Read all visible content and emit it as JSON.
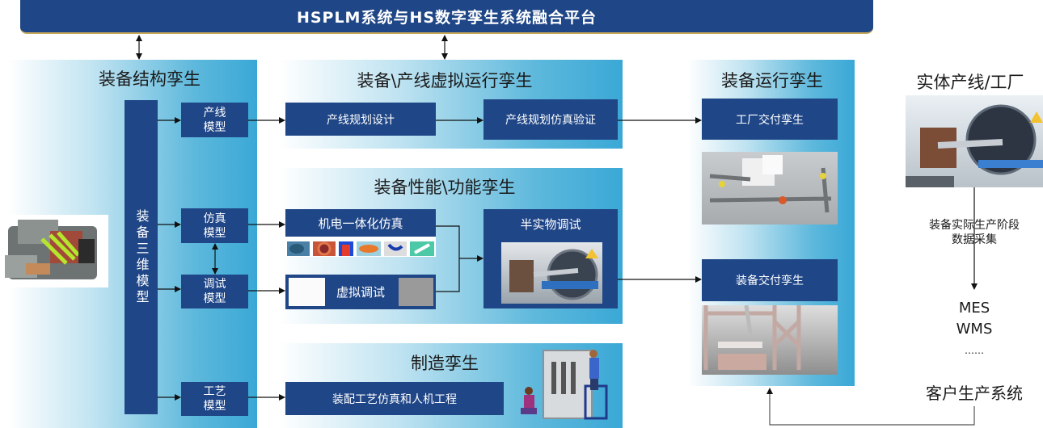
{
  "header": {
    "title": "HSPLM系统与HS数字孪生系统融合平台"
  },
  "structure_twin": {
    "title": "装备结构孪生",
    "model_3d": "装备三维模型",
    "models": {
      "line_model": "产线\n模型",
      "sim_model": "仿真\n模型",
      "debug_model": "调试\n模型",
      "process_model": "工艺\n模型"
    },
    "image_icon": "engine-cutaway-3d-image"
  },
  "virtual_run_twin": {
    "title": "装备\\产线虚拟运行孪生",
    "steps": [
      "产线规划设计",
      "产线规划仿真验证"
    ]
  },
  "performance_twin": {
    "title": "装备性能\\功能孪生",
    "mechatronic": "机电一体化仿真",
    "virtual_debug": "虚拟调试",
    "hil": "半实物调试"
  },
  "manufacturing_twin": {
    "title": "制造孪生",
    "assembly": "装配工艺仿真和人机工程"
  },
  "operation_twin": {
    "title": "装备运行孪生",
    "factory_delivery": "工厂交付孪生",
    "equipment_delivery": "装备交付孪生"
  },
  "physical": {
    "title": "实体产线/工厂",
    "data_collection": "装备实际生产阶段\n数据采集",
    "systems": [
      "MES",
      "WMS",
      "……"
    ],
    "customer_system": "客户生产系统"
  },
  "colors": {
    "primary": "#1f4687",
    "panel": "#3aa8d6",
    "accent": "#c8a85a"
  }
}
